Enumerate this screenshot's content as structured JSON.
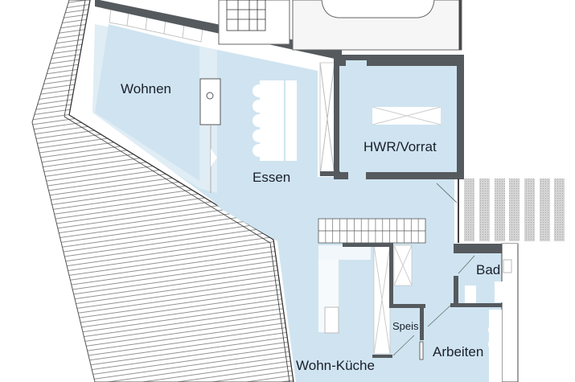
{
  "colors": {
    "room": "#cfe4f0",
    "wall": "#555a5e",
    "terrace": "#ffffff",
    "steps": "#c8c8c8"
  },
  "rooms": {
    "wohnen": "Wohnen",
    "essen": "Essen",
    "hwr": "HWR/Vorrat",
    "bad": "Bad",
    "speis": "Speis",
    "arbeiten": "Arbeiten",
    "kueche": "Wohn-Küche"
  }
}
